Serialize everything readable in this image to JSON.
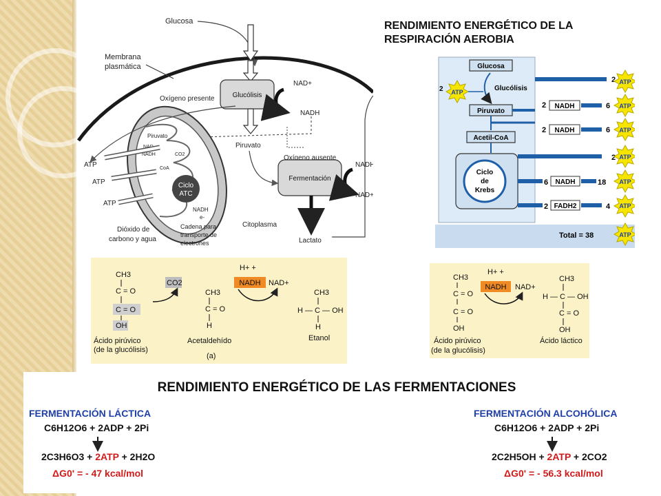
{
  "slide": {
    "title_line1": "RENDIMIENTO ENERGÉTICO DE LA",
    "title_line2": "RESPIRACIÓN AEROBIA"
  },
  "cell_diagram": {
    "glucosa": "Glucosa",
    "membrana_1": "Membrana",
    "membrana_2": "plasmática",
    "glucolisis": "Glucólisis",
    "nad_plus": "NAD+",
    "nadh": "NADH",
    "oxigeno_presente": "Oxígeno presente",
    "piruvato": "Piruvato",
    "oxigeno_ausente": "Oxígeno ausente",
    "fermentacion": "Fermentación",
    "mito_piruvato": "Piruvato",
    "mito_nad": "NAD",
    "mito_nadh": "NADH",
    "co2": "CO2",
    "coa": "CoA",
    "ciclo_1": "Ciclo",
    "ciclo_2": "ATC",
    "atp": "ATP",
    "e": "e-",
    "cadena_1": "Cadena para",
    "cadena_2": "transporte de",
    "cadena_3": "electrones",
    "dioxido_1": "Dióxido de",
    "dioxido_2": "carbono y agua",
    "citoplasma": "Citoplasma",
    "lactato": "Lactato"
  },
  "yield_diagram": {
    "glucosa": "Glucosa",
    "glucolisis": "Glucólisis",
    "piruvato": "Piruvato",
    "acetil": "Acetil-CoA",
    "ciclo_1": "Ciclo",
    "ciclo_2": "de",
    "ciclo_3": "Krebs",
    "atp": "ATP",
    "nadh": "NADH",
    "fadh2": "FADH2",
    "total": "Total = 38",
    "rows": [
      {
        "count": "2",
        "carrier": "",
        "result": "2"
      },
      {
        "count": "2",
        "carrier": "NADH",
        "result": "6"
      },
      {
        "count": "2",
        "carrier": "NADH",
        "result": "6"
      },
      {
        "count": "",
        "carrier": "",
        "result": "2"
      },
      {
        "count": "6",
        "carrier": "NADH",
        "result": "18"
      },
      {
        "count": "2",
        "carrier": "FADH2",
        "result": "4"
      }
    ],
    "input_count": "2"
  },
  "alcohol_reaction": {
    "ch3": "CH3",
    "co": "C = O",
    "oh": "OH",
    "co2": "CO2",
    "h": "H",
    "h_plus": "H+ +",
    "nadh": "NADH",
    "nad_plus": "NAD+",
    "hcoh": "H — C — OH",
    "acido_piruvico": "Ácido pirúvico",
    "de_glucolisis": "(de la glucólisis)",
    "acetaldehido": "Acetaldehído",
    "etanol": "Etanol",
    "label_a": "(a)"
  },
  "lactic_reaction": {
    "ch3": "CH3",
    "co": "C = O",
    "oh": "OH",
    "h_plus": "H+ +",
    "nadh": "NADH",
    "nad_plus": "NAD+",
    "hcoh": "H — C — OH",
    "acido_piruvico": "Ácido pirúvico",
    "de_glucolisis": "(de la glucólisis)",
    "acido_lactico": "Ácido láctico"
  },
  "fermentations": {
    "title": "RENDIMIENTO ENERGÉTICO DE LAS FERMENTACIONES",
    "lactic_title": "FERMENTACIÓN LÁCTICA",
    "alcohol_title": "FERMENTACIÓN ALCOHÓLICA",
    "reactant": "C6H12O6 + 2ADP + 2Pi",
    "lactic_product_1": "2C3H6O3 + ",
    "lactic_product_atp": "2ATP",
    "lactic_product_2": " + 2H2O",
    "alcohol_product_1": "2C2H5OH + ",
    "alcohol_product_atp": "2ATP",
    "alcohol_product_2": " + 2CO2",
    "dg_label": "ΔG0' = ",
    "lactic_dg": "- 47 kcal/mol",
    "alcohol_dg": "- 56.3 kcal/mol"
  },
  "colors": {
    "accent_blue": "#1f3fa8",
    "accent_red": "#d11a1a",
    "nadh_orange": "#f08a24",
    "atp_yellow": "#f6e500",
    "panel_cream": "#fbf2c8"
  }
}
